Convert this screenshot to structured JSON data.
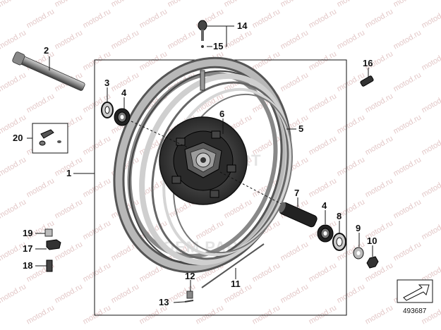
{
  "diagram": {
    "diagram_number": "493687",
    "watermark_site": "motod.ru",
    "watermark_overlay": "OEM PART",
    "callouts": [
      {
        "id": "c1",
        "label": "1"
      },
      {
        "id": "c2",
        "label": "2"
      },
      {
        "id": "c3",
        "label": "3"
      },
      {
        "id": "c4a",
        "label": "4"
      },
      {
        "id": "c4b",
        "label": "4"
      },
      {
        "id": "c5",
        "label": "5"
      },
      {
        "id": "c6",
        "label": "6"
      },
      {
        "id": "c7",
        "label": "7"
      },
      {
        "id": "c8",
        "label": "8"
      },
      {
        "id": "c9",
        "label": "9"
      },
      {
        "id": "c10",
        "label": "10"
      },
      {
        "id": "c11",
        "label": "11"
      },
      {
        "id": "c12",
        "label": "12"
      },
      {
        "id": "c13",
        "label": "13"
      },
      {
        "id": "c14",
        "label": "14"
      },
      {
        "id": "c15",
        "label": "15"
      },
      {
        "id": "c16",
        "label": "16"
      },
      {
        "id": "c17",
        "label": "17"
      },
      {
        "id": "c18",
        "label": "18"
      },
      {
        "id": "c19",
        "label": "19"
      },
      {
        "id": "c20",
        "label": "20"
      }
    ]
  }
}
